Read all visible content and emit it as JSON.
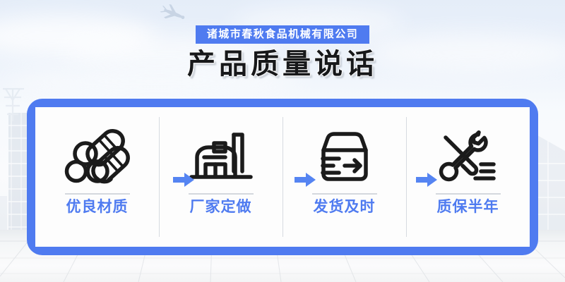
{
  "banner": {
    "company_name": "诸城市春秋食品机械有限公司",
    "headline": "产品质量说话",
    "accent_color": "#4f7bf0",
    "headline_color": "#17181a",
    "panel_bg": "#fdfdfd",
    "background_decor": {
      "airplane": "airplane-icon",
      "clouds": "cloud-shapes",
      "city_skyline": "city-silhouette",
      "ground": "tiled-floor"
    }
  },
  "features": [
    {
      "label": "优良材质",
      "icon": "stacked-logs-icon",
      "arrow_after": true
    },
    {
      "label": "厂家定做",
      "icon": "factory-icon",
      "arrow_after": true
    },
    {
      "label": "发货及时",
      "icon": "shipping-box-arrow-icon",
      "arrow_after": true
    },
    {
      "label": "质保半年",
      "icon": "wrench-screwdriver-icon",
      "arrow_after": false
    }
  ]
}
